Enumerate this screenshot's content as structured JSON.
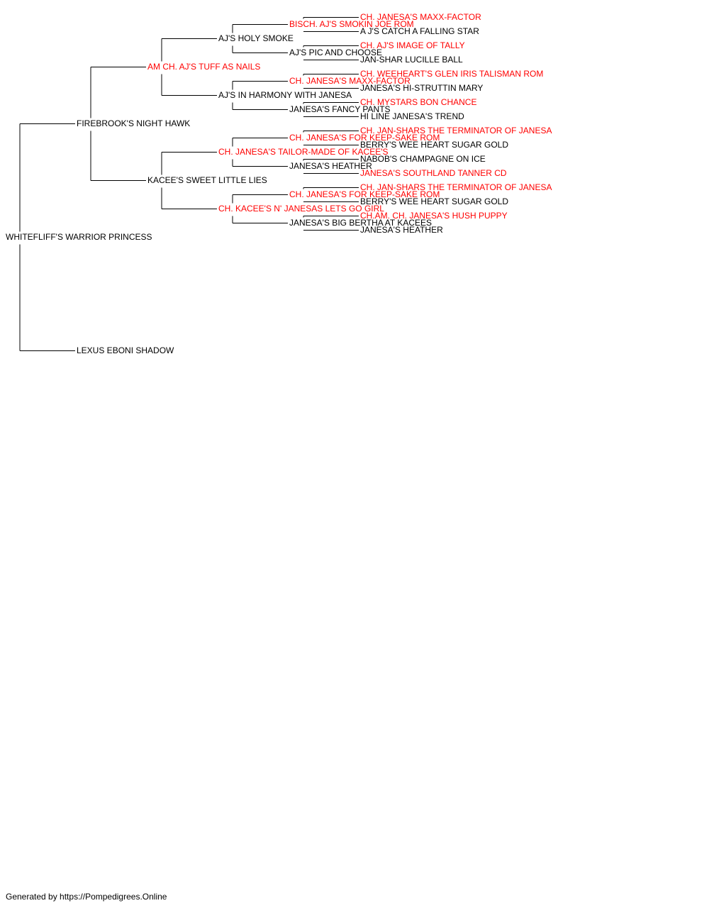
{
  "pedigree": {
    "name": "WHITEFLIFF'S WARRIOR PRINCESS",
    "champion": false,
    "sire": {
      "name": "FIREBROOK'S NIGHT HAWK",
      "champion": false,
      "sire": {
        "name": "AM CH. AJ'S TUFF AS NAILS",
        "champion": true,
        "sire": {
          "name": "AJ'S HOLY SMOKE",
          "champion": false,
          "sire": {
            "name": "BISCH. AJ'S SMOKIN JOE ROM",
            "champion": true,
            "sire": {
              "name": "CH. JANESA'S MAXX-FACTOR",
              "champion": true
            },
            "dam": {
              "name": "A J'S CATCH A FALLING STAR",
              "champion": false
            }
          },
          "dam": {
            "name": "AJ'S PIC AND CHOOSE",
            "champion": false,
            "sire": {
              "name": "CH. AJ'S IMAGE OF TALLY",
              "champion": true
            },
            "dam": {
              "name": "JAN-SHAR LUCILLE BALL",
              "champion": false
            }
          }
        },
        "dam": {
          "name": "AJ'S IN HARMONY WITH JANESA",
          "champion": false,
          "sire": {
            "name": "CH. JANESA'S MAXX-FACTOR",
            "champion": true,
            "sire": {
              "name": "CH. WEEHEART'S GLEN IRIS TALISMAN ROM",
              "champion": true
            },
            "dam": {
              "name": "JANESA'S HI-STRUTTIN MARY",
              "champion": false
            }
          },
          "dam": {
            "name": "JANESA'S FANCY PANTS",
            "champion": false,
            "sire": {
              "name": "CH. MYSTARS BON CHANCE",
              "champion": true
            },
            "dam": {
              "name": "HI LINE JANESA'S TREND",
              "champion": false
            }
          }
        }
      },
      "dam": {
        "name": "KACEE'S SWEET LITTLE LIES",
        "champion": false,
        "sire": {
          "name": "CH. JANESA'S TAILOR-MADE OF KACEE'S",
          "champion": true,
          "sire": {
            "name": "CH. JANESA'S FOR KEEP-SAKE ROM",
            "champion": true,
            "sire": {
              "name": "CH. JAN-SHARS THE TERMINATOR OF JANESA",
              "champion": true
            },
            "dam": {
              "name": "BERRY'S WEE HEART SUGAR GOLD",
              "champion": false
            }
          },
          "dam": {
            "name": "JANESA'S HEATHER",
            "champion": false,
            "sire": {
              "name": "NABOB'S CHAMPAGNE ON ICE",
              "champion": false
            },
            "dam": {
              "name": "JANESA'S SOUTHLAND TANNER CD",
              "champion": true
            }
          }
        },
        "dam": {
          "name": "CH. KACEE'S N' JANESAS LETS GO GIRL",
          "champion": true,
          "sire": {
            "name": "CH. JANESA'S FOR KEEP-SAKE ROM",
            "champion": true,
            "sire": {
              "name": "CH. JAN-SHARS THE TERMINATOR OF JANESA",
              "champion": true
            },
            "dam": {
              "name": "BERRY'S WEE HEART SUGAR GOLD",
              "champion": false
            }
          },
          "dam": {
            "name": "JANESA'S BIG BERTHA AT KACEES",
            "champion": false,
            "sire": {
              "name": "CH.AM. CH. JANESA'S HUSH PUPPY",
              "champion": true
            },
            "dam": {
              "name": "JANESA'S HEATHER",
              "champion": false
            }
          }
        }
      }
    },
    "dam": {
      "name": "LEXUS EBONI SHADOW",
      "champion": false
    }
  },
  "colors": {
    "champion": "#ff0000",
    "normal": "#000000",
    "line": "#000000"
  },
  "footer": "Generated by https://Pompedigrees.Online"
}
